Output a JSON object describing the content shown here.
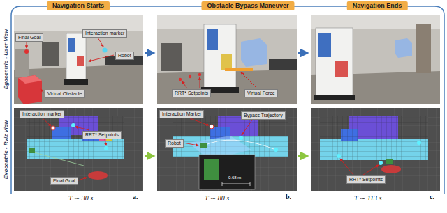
{
  "diagram": {
    "nodes": [
      {
        "text": [
          "Navigation Starts"
        ]
      },
      {
        "text": [
          "Final Goal"
        ],
        "in": 0
      },
      {
        "text": [
          "Interaction marker"
        ],
        "in": 0
      },
      {
        "text": [
          "Robot"
        ],
        "in": 0
      },
      {
        "text": [
          "Virtual Obstacle"
        ],
        "in": 0
      },
      {
        "text": [
          "Obstacle Bypass Maneuver"
        ]
      },
      {
        "text": [
          "RRT* Setpoints"
        ],
        "in": 5
      },
      {
        "text": [
          "Virtual Force"
        ],
        "in": 5
      },
      {
        "text": [
          "Navigation Ends"
        ]
      },
      {
        "text": [
          "T ∼ 30 s",
          "a."
        ]
      },
      {
        "text": [
          "Interaction marker"
        ],
        "in": 9
      },
      {
        "text": [
          "RRT* Setpoints"
        ],
        "in": 9
      },
      {
        "text": [
          "Final Goal"
        ],
        "in": 9
      },
      {
        "text": [
          "T ∼ 80 s",
          "b."
        ]
      },
      {
        "text": [
          "Interaction Marker"
        ],
        "in": 13
      },
      {
        "text": [
          "Bypass Trajectory"
        ],
        "in": 13
      },
      {
        "text": [
          "Robot"
        ],
        "in": 13
      },
      {
        "text": [
          "T ∼ 113 s",
          "c."
        ]
      },
      {
        "text": [
          "RRT* Setpoints"
        ],
        "in": 17
      }
    ],
    "edges": [
      {
        "from": 0,
        "to": 5,
        "arrow": "to"
      },
      {
        "from": 5,
        "to": 8,
        "arrow": "to"
      },
      {
        "from": 9,
        "to": 13,
        "arrow": "to"
      },
      {
        "from": 13,
        "to": 17,
        "arrow": "to"
      }
    ],
    "labels": [
      "Egocentric - User View",
      "Exocentric - Rviz View",
      "0.68 m"
    ]
  }
}
